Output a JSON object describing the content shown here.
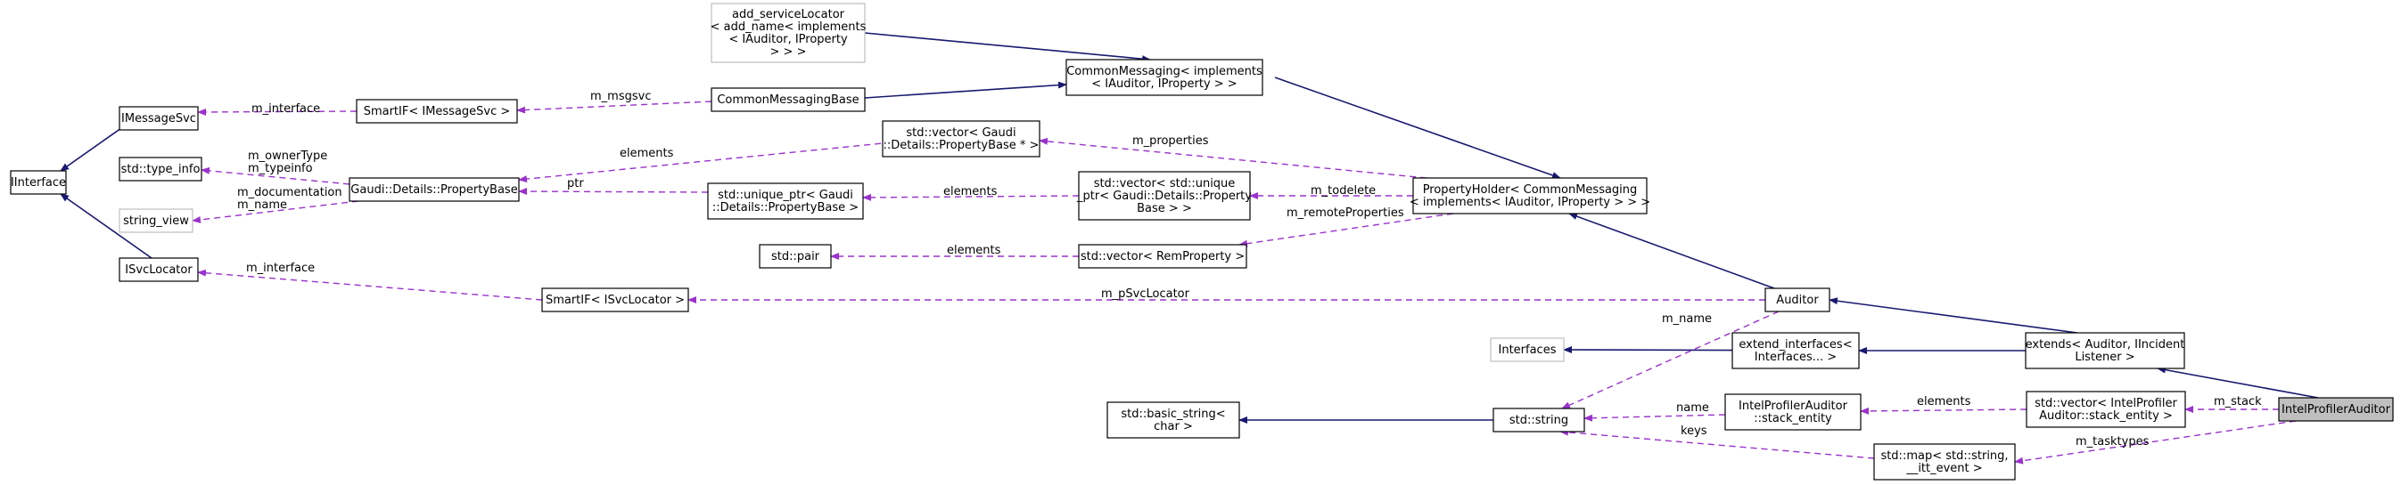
{
  "colors": {
    "inheritance": "#191970",
    "usage": "#9a32cd",
    "highlight_fill": "#bfbfbf",
    "undocumented_border": "#bfbfbf"
  },
  "nodes": {
    "iinterface": [
      "IInterface"
    ],
    "imessagesvc": [
      "IMessageSvc"
    ],
    "isvclocator": [
      "ISvcLocator"
    ],
    "std_type_info": [
      "std::type_info"
    ],
    "string_view": [
      "string_view"
    ],
    "smartif_imessagesvc": [
      "SmartIF< IMessageSvc >"
    ],
    "property_base": [
      "Gaudi::Details::PropertyBase"
    ],
    "smartif_isvclocator": [
      "SmartIF< ISvcLocator >"
    ],
    "add_servicelocator": [
      "add_serviceLocator",
      "< add_name< implements",
      "< IAuditor, IProperty",
      "> > >"
    ],
    "commonmessagingbase": [
      "CommonMessagingBase"
    ],
    "vector_propertybase_ptr": [
      "std::vector< Gaudi",
      "::Details::PropertyBase * >"
    ],
    "unique_ptr_propertybase": [
      "std::unique_ptr< Gaudi",
      "::Details::PropertyBase >"
    ],
    "std_pair": [
      "std::pair"
    ],
    "commonmessaging": [
      "CommonMessaging< implements",
      "< IAuditor, IProperty > >"
    ],
    "vector_unique_ptr": [
      "std::vector< std::unique",
      "_ptr< Gaudi::Details::Property",
      "Base > >"
    ],
    "vector_remproperty": [
      "std::vector< RemProperty >"
    ],
    "propertyholder": [
      "PropertyHolder< CommonMessaging",
      "< implements< IAuditor, IProperty > > >"
    ],
    "auditor": [
      "Auditor"
    ],
    "interfaces": [
      "Interfaces"
    ],
    "extend_interfaces": [
      "extend_interfaces<",
      "Interfaces... >"
    ],
    "basic_string": [
      "std::basic_string<",
      "char >"
    ],
    "std_string": [
      "std::string"
    ],
    "stack_entity": [
      "IntelProfilerAuditor",
      "::stack_entity"
    ],
    "map_string_event": [
      "std::map< std::string,",
      "__itt_event >"
    ],
    "extends": [
      "extends< Auditor, IIncident",
      "Listener >"
    ],
    "vector_stack_entity": [
      "std::vector< IntelProfiler",
      "Auditor::stack_entity >"
    ],
    "intelprofilerauditor": [
      "IntelProfilerAuditor"
    ]
  },
  "edge_labels": {
    "m_interface_msg": "m_interface",
    "m_msgsvc": "m_msgsvc",
    "m_owner_type": "m_ownerType",
    "m_typeinfo": "m_typeinfo",
    "m_documentation": "m_documentation",
    "m_name_pb": "m_name",
    "elements_vec_ptr": "elements",
    "ptr": "ptr",
    "elements_unique": "elements",
    "m_properties": "m_properties",
    "m_todelete": "m_todelete",
    "m_remoteproperties": "m_remoteProperties",
    "elements_pair": "elements",
    "m_interface_svc": "m_interface",
    "m_psvclocator": "m_pSvcLocator",
    "m_name_auditor": "m_name",
    "name": "name",
    "keys": "keys",
    "elements_stack": "elements",
    "m_stack": "m_stack",
    "m_tasktypes": "m_tasktypes"
  }
}
